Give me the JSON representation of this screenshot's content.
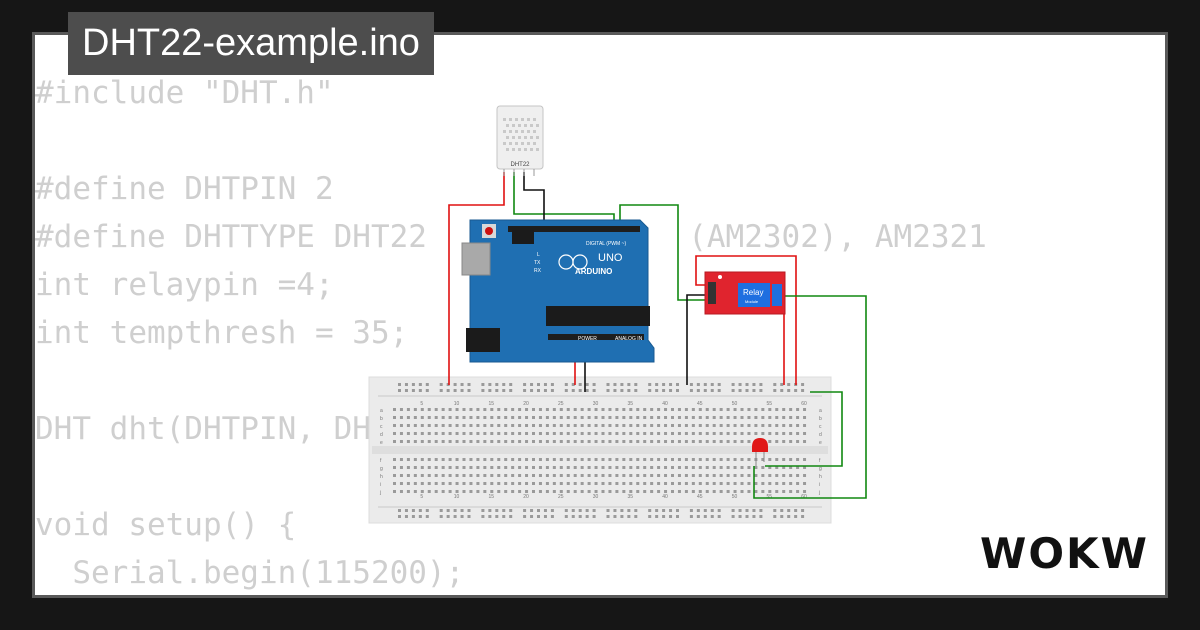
{
  "file": {
    "title": "DHT22-example.ino"
  },
  "code_lines": [
    "#include \"DHT.h\"",
    "",
    "#define DHTPIN 2",
    "#define DHTTYPE DHT22   // DHT 22  (AM2302), AM2321",
    "int relaypin =4;",
    "int tempthresh = 35;",
    "",
    "DHT dht(DHTPIN, DHTTYPE);",
    "",
    "void setup() {",
    "  Serial.begin(115200);"
  ],
  "components": {
    "sensor": {
      "label": "DHT22"
    },
    "arduino": {
      "brand": "ARDUINO",
      "model": "UNO",
      "digital_header": "DIGITAL (PWM ~)",
      "power_header": "POWER",
      "analog_header": "ANALOG IN",
      "led_tx": "TX",
      "led_rx": "RX",
      "led_l": "L"
    },
    "relay": {
      "label": "Relay",
      "sublabel": "Module"
    },
    "breadboard": {
      "column_labels": [
        "5",
        "10",
        "15",
        "20",
        "25",
        "30",
        "35",
        "40",
        "45",
        "50",
        "55",
        "60"
      ],
      "row_labels_top": [
        "a",
        "b",
        "c",
        "d",
        "e"
      ],
      "row_labels_bottom": [
        "f",
        "g",
        "h",
        "i",
        "j"
      ]
    }
  },
  "colors": {
    "wire_red": "#e01010",
    "wire_black": "#111111",
    "wire_green": "#118811",
    "arduino_blue": "#1f6fb2",
    "relay_red": "#e0242e",
    "led_red": "#e01818"
  },
  "brand": {
    "logo": "WOKWi"
  }
}
